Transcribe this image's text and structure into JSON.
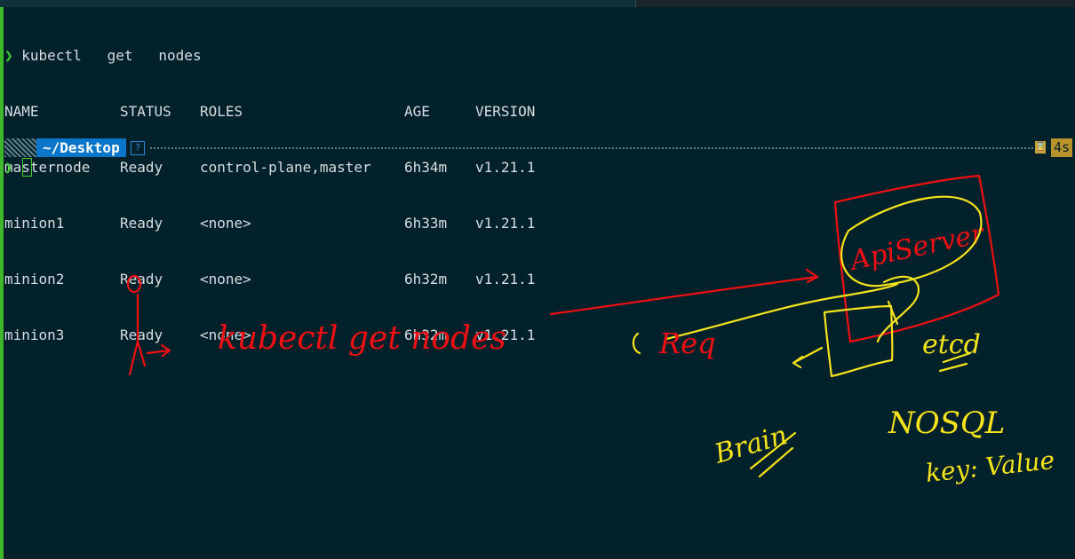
{
  "terminal": {
    "prompt_symbol": "❯",
    "command": "kubectl   get   nodes",
    "table": {
      "headers": [
        "NAME",
        "STATUS",
        "ROLES",
        "AGE",
        "VERSION"
      ],
      "rows": [
        [
          "masternode",
          "Ready",
          "control-plane,master",
          "6h34m",
          "v1.21.1"
        ],
        [
          "minion1",
          "Ready",
          "<none>",
          "6h33m",
          "v1.21.1"
        ],
        [
          "minion2",
          "Ready",
          "<none>",
          "6h32m",
          "v1.21.1"
        ],
        [
          "minion3",
          "Ready",
          "<none>",
          "6h32m",
          "v1.21.1"
        ]
      ]
    },
    "status_bar": {
      "directory": "~/Desktop",
      "git_icon": "?",
      "duration": "4s"
    }
  },
  "annotations": {
    "command_text": "kubectl  get  nodes",
    "request_label": "Req",
    "api_server_label": "ApiServer",
    "etcd_label": "etcd",
    "brain_label": "Brain",
    "nosql_label": "NOSQL",
    "keyvalue_label": "key: Value"
  },
  "colors": {
    "background": "#02212a",
    "ink_red": "#f00f12",
    "ink_yellow": "#f6e31c",
    "prompt_green": "#3ed02e",
    "dir_blue": "#0b76c9"
  }
}
